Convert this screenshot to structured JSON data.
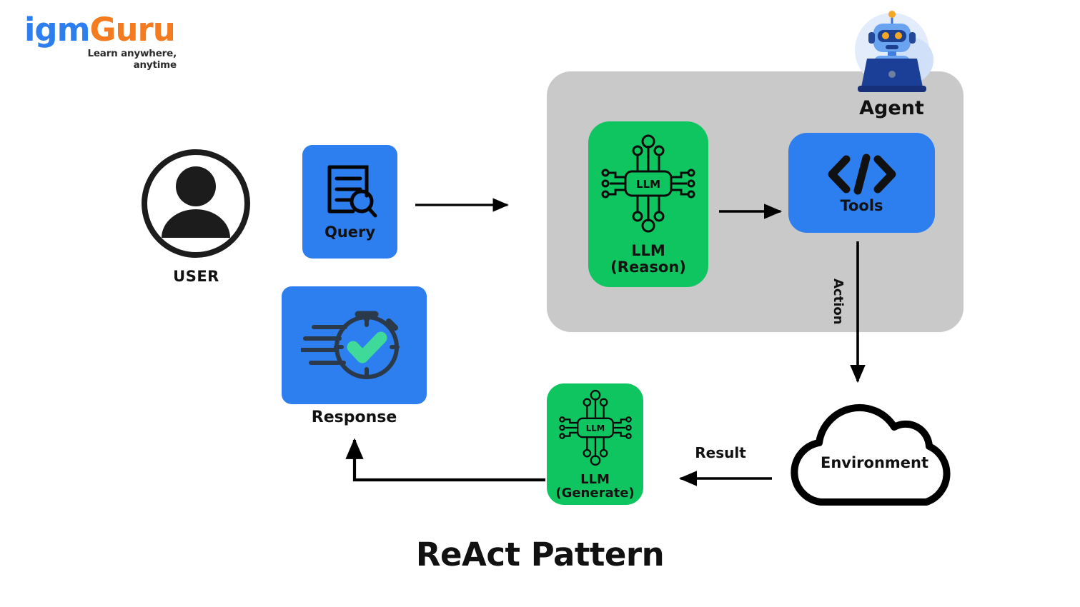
{
  "brand": {
    "name_part1": "igm",
    "name_part2": "Guru",
    "tagline": "Learn anywhere, anytime",
    "color_primary": "#2d7ff0",
    "color_accent": "#f47b20"
  },
  "diagram": {
    "title": "ReAct Pattern",
    "nodes": {
      "user": {
        "label": "USER",
        "icon": "user-avatar-icon"
      },
      "query": {
        "label": "Query",
        "icon": "document-search-icon",
        "color": "#2d7ff0"
      },
      "agent": {
        "label": "Agent",
        "icon": "robot-laptop-icon",
        "container_color": "#c9c9c9"
      },
      "llm_reason": {
        "label_line1": "LLM",
        "label_line2": "(Reason)",
        "chip_text": "LLM",
        "icon": "ai-chip-icon",
        "color": "#0ec55f"
      },
      "tools": {
        "label": "Tools",
        "icon": "code-brackets-icon",
        "color": "#2d7ff0"
      },
      "environment": {
        "label": "Environment",
        "icon": "cloud-icon"
      },
      "llm_generate": {
        "label_line1": "LLM",
        "label_line2": "(Generate)",
        "chip_text": "LLM",
        "icon": "ai-chip-icon",
        "color": "#0ec55f"
      },
      "response": {
        "label": "Response",
        "icon": "stopwatch-check-icon",
        "color": "#2d7ff0",
        "check_color": "#3fd99a"
      }
    },
    "edges": [
      {
        "from": "query",
        "to": "agent",
        "label": ""
      },
      {
        "from": "llm_reason",
        "to": "tools",
        "label": ""
      },
      {
        "from": "tools",
        "to": "environment",
        "label": "Action"
      },
      {
        "from": "environment",
        "to": "llm_generate",
        "label": "Result"
      },
      {
        "from": "llm_generate",
        "to": "response",
        "label": ""
      }
    ]
  }
}
